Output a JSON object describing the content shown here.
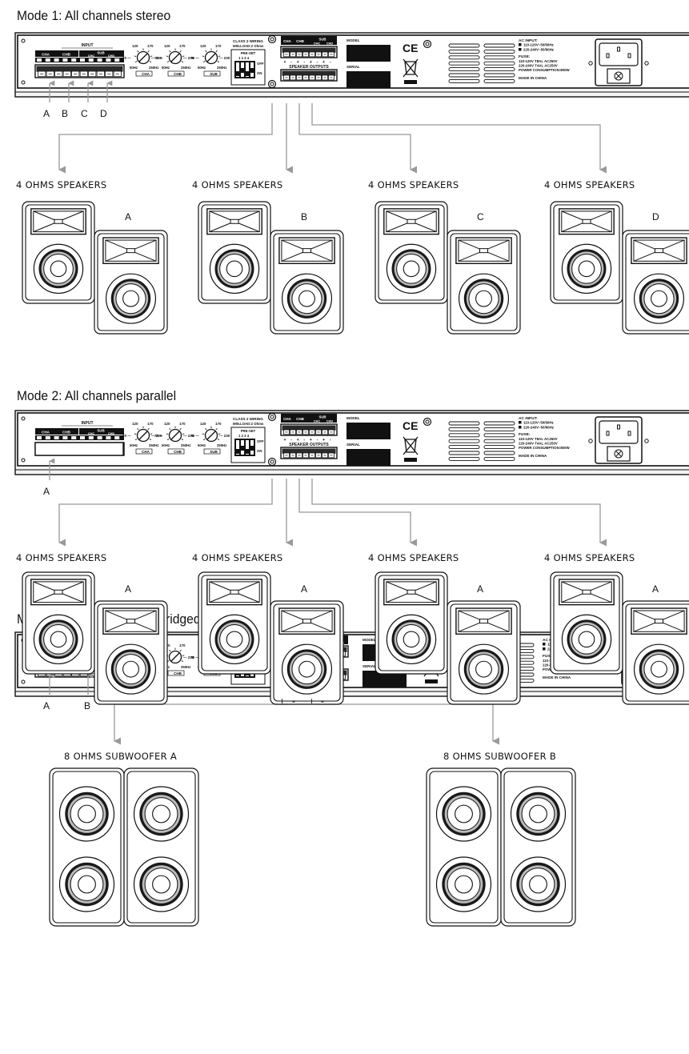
{
  "modes": [
    {
      "title": "Mode 1: All channels stereo",
      "input_labels": [
        "A",
        "B",
        "C",
        "D"
      ],
      "speaker_captions": [
        "4 OHMS SPEAKERS",
        "4 OHMS SPEAKERS",
        "4 OHMS SPEAKERS",
        "4 OHMS SPEAKERS"
      ],
      "speaker_tags": [
        "A",
        "B",
        "C",
        "D"
      ]
    },
    {
      "title": "Mode 2: All channels parallel",
      "input_labels": [
        "A"
      ],
      "speaker_captions": [
        "4 OHMS SPEAKERS",
        "4 OHMS SPEAKERS",
        "4 OHMS SPEAKERS",
        "4 OHMS SPEAKERS"
      ],
      "speaker_tags": [
        "A",
        "A",
        "A",
        "A"
      ]
    },
    {
      "title": "Mode 3: A/B bridged C/D bridged",
      "input_labels": [
        "A",
        "B"
      ],
      "subwoofer_captions": [
        "8 OHMS SUBWOOFER  A",
        "8 OHMS SUBWOOFER  B"
      ],
      "polarity": [
        "+",
        "-",
        "+",
        "-"
      ]
    }
  ],
  "panel": {
    "input": "INPUT",
    "channels": [
      "CHA",
      "CHB",
      "CHC",
      "CHD"
    ],
    "sub": "SUB",
    "knob_ticks": [
      "120",
      "170",
      "70",
      "230",
      "50Hz",
      "250Hz"
    ],
    "knob_labels": [
      "CHA",
      "CHB",
      "SUB"
    ],
    "class_wiring": "CLASS 2 WIRING",
    "min_load": "MIN.LOAD:2 Ohms",
    "preset": "PRE-SET",
    "preset_nums": "1 2 3 4",
    "off": "OFF",
    "on": "ON",
    "speaker_outputs": "SPEAKER OUTPUTS",
    "model": "MODEL",
    "serial": "SERIAL",
    "ce": "CE",
    "ac_input": "AC INPUT:",
    "ac_lines": [
      "110-120V~50/60Hz",
      "220-240V~50/60Hz"
    ],
    "fuse": "FUSE:",
    "fuse_lines": [
      "110-120V T8AL AC250V",
      "220-240V T4AL AC250V",
      "POWER CONSUMPTION:800W"
    ],
    "made_in": "MADE IN CHINA"
  }
}
